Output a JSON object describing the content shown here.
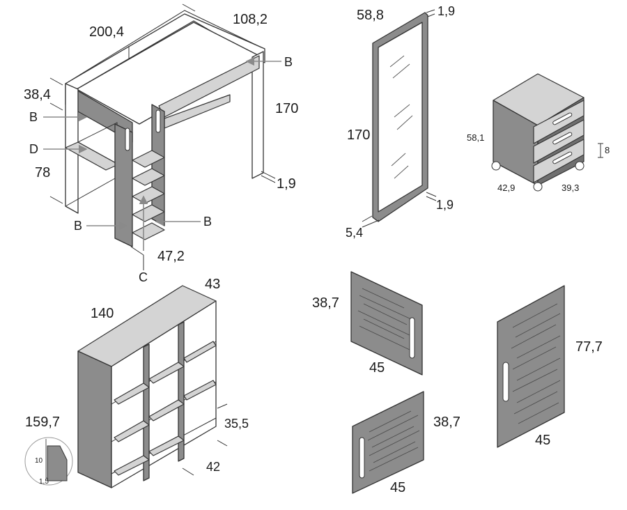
{
  "colors": {
    "panel": "#8c8c8c",
    "panel_light": "#d4d4d4",
    "panel_dark": "#6f6f6f",
    "outline": "#333333",
    "arrow": "#8a8a8a"
  },
  "loft_bed": {
    "length": "200,4",
    "depth": "108,2",
    "side_height": "38,4",
    "height": "170",
    "under_height": "78",
    "thickness": "1,9",
    "ladder_width": "47,2",
    "callouts": {
      "b_right": "B",
      "b_left": "B",
      "d_left": "D",
      "b_ladder_left": "B",
      "b_ladder_right": "B",
      "c_bottom": "C"
    }
  },
  "mirror": {
    "width": "58,8",
    "thickness_top": "1,9",
    "height": "170",
    "thickness_bottom": "1,9",
    "depth": "5,4"
  },
  "drawer_unit": {
    "height": "58,1",
    "depth": "42,9",
    "width": "39,3",
    "drawer_handle": "8"
  },
  "bookcase": {
    "width": "140",
    "depth": "43",
    "height": "159,7",
    "cube_depth": "35,5",
    "cube_width": "42",
    "detail": {
      "a": "10",
      "b": "1,5"
    }
  },
  "doors": {
    "small_upper": {
      "height": "38,7",
      "width": "45"
    },
    "small_lower": {
      "height": "38,7",
      "width": "45"
    },
    "tall": {
      "height": "77,7",
      "width": "45"
    }
  }
}
